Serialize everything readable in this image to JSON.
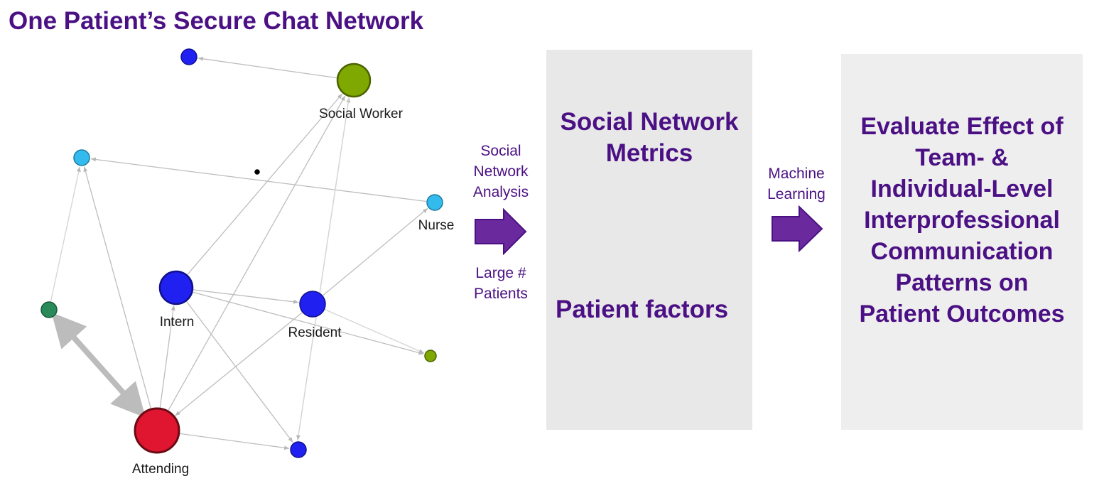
{
  "title": "One Patient’s Secure Chat Network",
  "colors": {
    "brand_purple": "#4b1184",
    "arrow_fill": "#6a2a9e",
    "box_bg": "#e9e8e9",
    "edge": "#bdbdbd"
  },
  "network": {
    "nodes": [
      {
        "id": "social_worker",
        "label": "Social Worker",
        "color": "#7fa800",
        "stroke": "#4a6200",
        "size": "large"
      },
      {
        "id": "top_blue",
        "label": "",
        "color": "#2020f0",
        "stroke": "#10109a",
        "size": "small"
      },
      {
        "id": "left_cyan",
        "label": "",
        "color": "#33bbee",
        "stroke": "#1a7aa0",
        "size": "small"
      },
      {
        "id": "nurse",
        "label": "Nurse",
        "color": "#33bbee",
        "stroke": "#1a7aa0",
        "size": "small"
      },
      {
        "id": "intern",
        "label": "Intern",
        "color": "#2020f0",
        "stroke": "#10108a",
        "size": "large"
      },
      {
        "id": "resident",
        "label": "Resident",
        "color": "#2020f0",
        "stroke": "#10108a",
        "size": "medium"
      },
      {
        "id": "green_dark",
        "label": "",
        "color": "#2a8a5a",
        "stroke": "#165a36",
        "size": "small"
      },
      {
        "id": "olive_small",
        "label": "",
        "color": "#7fa800",
        "stroke": "#4a6200",
        "size": "tiny"
      },
      {
        "id": "attending",
        "label": "Attending",
        "color": "#e01530",
        "stroke": "#6a0a14",
        "size": "xlarge"
      },
      {
        "id": "bottom_blue",
        "label": "",
        "color": "#2020f0",
        "stroke": "#10108a",
        "size": "small"
      },
      {
        "id": "black_dot",
        "label": "",
        "color": "#000000",
        "stroke": "#000000",
        "size": "dot"
      }
    ],
    "edges": [
      {
        "from": "social_worker",
        "to": "top_blue",
        "weight": 1
      },
      {
        "from": "nurse",
        "to": "left_cyan",
        "weight": 1
      },
      {
        "from": "green_dark",
        "to": "left_cyan",
        "weight": 0.6
      },
      {
        "from": "attending",
        "to": "left_cyan",
        "weight": 1
      },
      {
        "from": "intern",
        "to": "social_worker",
        "weight": 1
      },
      {
        "from": "attending",
        "to": "social_worker",
        "weight": 1
      },
      {
        "from": "bottom_blue",
        "to": "social_worker",
        "weight": 0.6
      },
      {
        "from": "social_worker",
        "to": "bottom_blue",
        "weight": 0.6
      },
      {
        "from": "intern",
        "to": "resident",
        "weight": 1
      },
      {
        "from": "intern",
        "to": "olive_small",
        "weight": 1
      },
      {
        "from": "intern",
        "to": "bottom_blue",
        "weight": 1
      },
      {
        "from": "attending",
        "to": "intern",
        "weight": 1
      },
      {
        "from": "resident",
        "to": "nurse",
        "weight": 1
      },
      {
        "from": "resident",
        "to": "olive_small",
        "weight": 0.6
      },
      {
        "from": "resident",
        "to": "attending",
        "weight": 1
      },
      {
        "from": "attending",
        "to": "bottom_blue",
        "weight": 1
      },
      {
        "from": "attending",
        "to": "green_dark",
        "weight": 6,
        "bidirectional": true
      }
    ]
  },
  "steps": {
    "step1_top": "Social\nNetwork\nAnalysis",
    "step1_bottom": "Large #\nPatients",
    "box1_top": "Social Network\nMetrics",
    "box1_bottom": "Patient factors",
    "step2_top": "Machine\nLearning",
    "box2": "Evaluate Effect of\nTeam- &\nIndividual-Level\nInterprofessional\nCommunication\nPatterns on\nPatient Outcomes"
  }
}
